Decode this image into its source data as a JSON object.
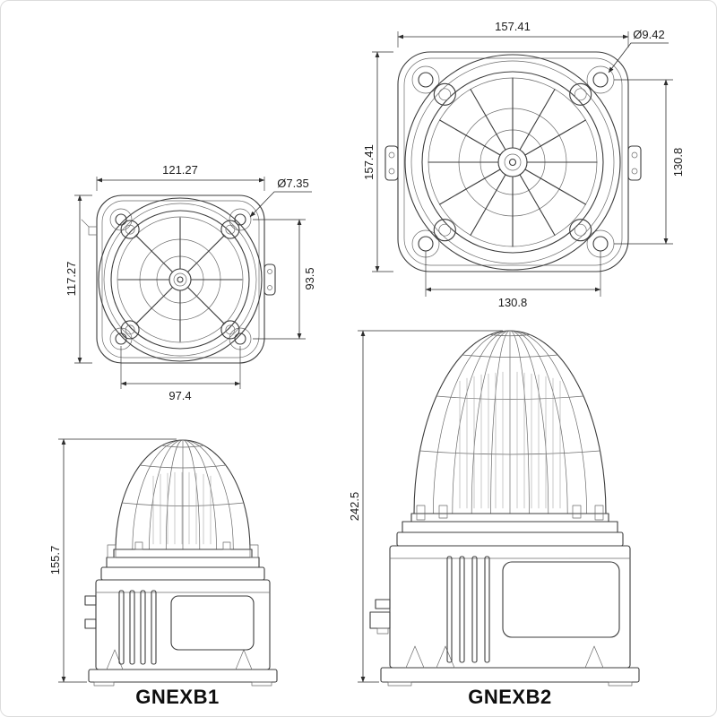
{
  "drawing": {
    "ink_color": "#3c3c3c",
    "dim_color": "#2e2e2e",
    "background": "#ffffff"
  },
  "gnexb1": {
    "label": "GNEXB1",
    "front_view": {
      "overall_width": "121.27",
      "overall_height": "117.27",
      "hole_diameter": "Ø7.35",
      "mount_hole_spacing_vertical": "93.5",
      "mount_hole_spacing_horizontal": "97.4"
    },
    "side_view": {
      "overall_height": "155.7"
    }
  },
  "gnexb2": {
    "label": "GNEXB2",
    "front_view": {
      "overall_width": "157.41",
      "overall_height": "157.41",
      "hole_diameter": "Ø9.42",
      "mount_hole_spacing_vertical": "130.8",
      "mount_hole_spacing_horizontal": "130.8"
    },
    "side_view": {
      "overall_height": "242.5"
    }
  }
}
